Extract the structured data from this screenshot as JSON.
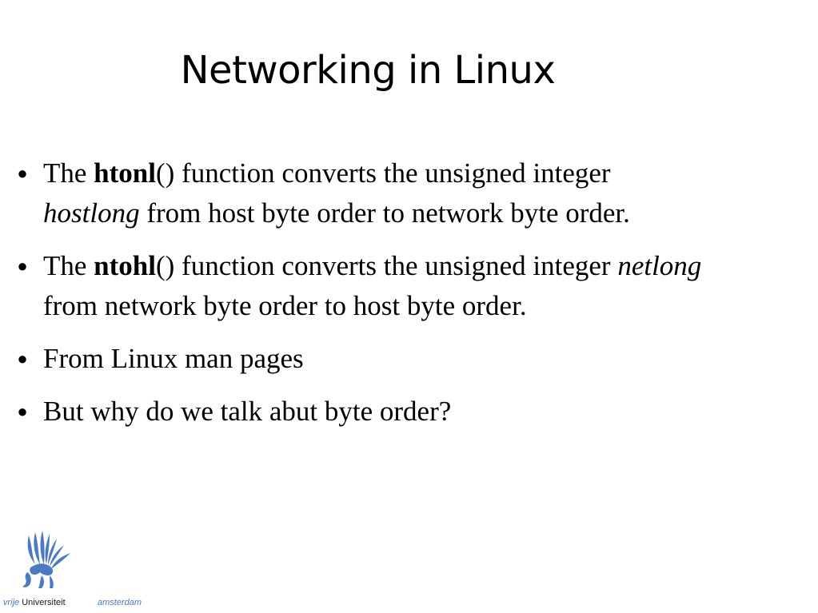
{
  "slide": {
    "title": "Networking in Linux",
    "bullets": [
      {
        "parts": [
          {
            "text": "The ",
            "style": "normal"
          },
          {
            "text": "htonl",
            "style": "bold"
          },
          {
            "text": "() function converts the unsigned integer ",
            "style": "normal"
          },
          {
            "text": "hostlong",
            "style": "italic"
          },
          {
            "text": " from host byte order to network byte order.",
            "style": "normal"
          }
        ]
      },
      {
        "parts": [
          {
            "text": "The ",
            "style": "normal"
          },
          {
            "text": "ntohl",
            "style": "bold"
          },
          {
            "text": "() function converts the unsigned integer ",
            "style": "normal"
          },
          {
            "text": "netlong",
            "style": "italic"
          },
          {
            "text": " from network byte order to host byte order.",
            "style": "normal"
          }
        ]
      },
      {
        "parts": [
          {
            "text": "From Linux man pages",
            "style": "normal"
          }
        ]
      },
      {
        "parts": [
          {
            "text": "But why do we talk abut byte order?",
            "style": "normal"
          }
        ]
      }
    ],
    "bullet_glyph": "●"
  },
  "logo": {
    "icon": "griffin-logo-icon",
    "word_vrije": "vrije",
    "word_universiteit": "Universiteit",
    "word_amsterdam": "amsterdam",
    "color": "#4a79c7"
  }
}
